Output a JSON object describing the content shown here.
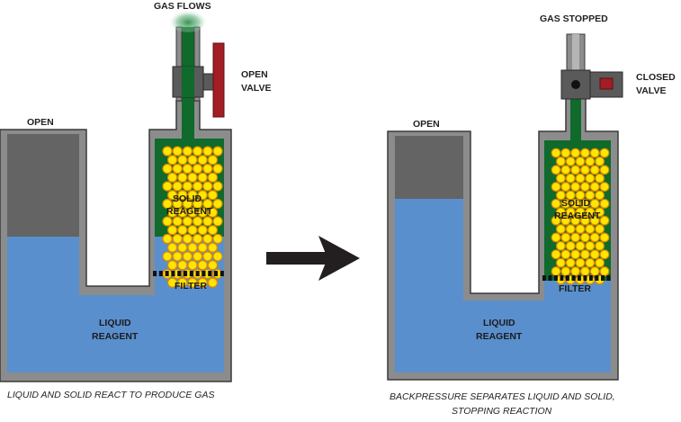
{
  "left_panel": {
    "open_label": "OPEN",
    "gas_label": "GAS FLOWS",
    "valve_label_line1": "OPEN",
    "valve_label_line2": "VALVE",
    "solid_line1": "SOLID",
    "solid_line2": "REAGENT",
    "filter_label": "FILTER",
    "liquid_line1": "LIQUID",
    "liquid_line2": "REAGENT",
    "caption": "LIQUID AND SOLID REACT TO PRODUCE GAS"
  },
  "right_panel": {
    "open_label": "OPEN",
    "gas_label": "GAS STOPPED",
    "valve_label_line1": "CLOSED",
    "valve_label_line2": "VALVE",
    "solid_line1": "SOLID",
    "solid_line2": "REAGENT",
    "filter_label": "FILTER",
    "liquid_line1": "LIQUID",
    "liquid_line2": "REAGENT",
    "caption_line1": "BACKPRESSURE SEPARATES LIQUID AND SOLID,",
    "caption_line2": "STOPPING REACTION"
  },
  "colors": {
    "wall": "#8c8c8c",
    "wall_outline": "#3a3a3a",
    "liquid": "#5a8fce",
    "headspace": "#646464",
    "solid_bed": "#0f6a2c",
    "pellet_fill": "#ffe600",
    "pellet_edge": "#e08a00",
    "valve_body": "#5a5a5a",
    "valve_handle": "#a21d24",
    "arrow": "#231f20"
  },
  "icons": {
    "transition": "right-arrow-icon",
    "valve_open": "open-valve-icon",
    "valve_closed": "closed-valve-icon",
    "gas_puff": "gas-cloud-icon"
  }
}
